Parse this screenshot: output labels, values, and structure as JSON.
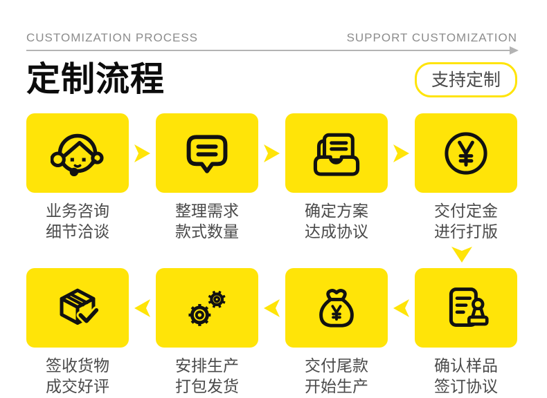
{
  "colors": {
    "yellow": "#ffe408",
    "label_gray": "#4a4a4a",
    "header_gray": "#8c8c8c",
    "line_gray": "#b3b3b3",
    "icon_black": "#111111",
    "title_black": "#0c0c0c"
  },
  "header": {
    "left_label": "CUSTOMIZATION PROCESS",
    "right_label": "SUPPORT CUSTOMIZATION"
  },
  "title": {
    "text": "定制流程",
    "badge": "支持定制"
  },
  "steps": [
    {
      "icon": "customer-service-agent-icon",
      "line1": "业务咨询",
      "line2": "细节洽谈"
    },
    {
      "icon": "chat-bubble-icon",
      "line1": "整理需求",
      "line2": "款式数量"
    },
    {
      "icon": "document-tray-icon",
      "line1": "确定方案",
      "line2": "达成协议"
    },
    {
      "icon": "yen-coin-icon",
      "line1": "交付定金",
      "line2": "进行打版"
    },
    {
      "icon": "document-stamp-icon",
      "line1": "确认样品",
      "line2": "签订协议"
    },
    {
      "icon": "money-bag-icon",
      "line1": "交付尾款",
      "line2": "开始生产"
    },
    {
      "icon": "gears-icon",
      "line1": "安排生产",
      "line2": "打包发货"
    },
    {
      "icon": "package-check-icon",
      "line1": "签收货物",
      "line2": "成交好评"
    }
  ]
}
